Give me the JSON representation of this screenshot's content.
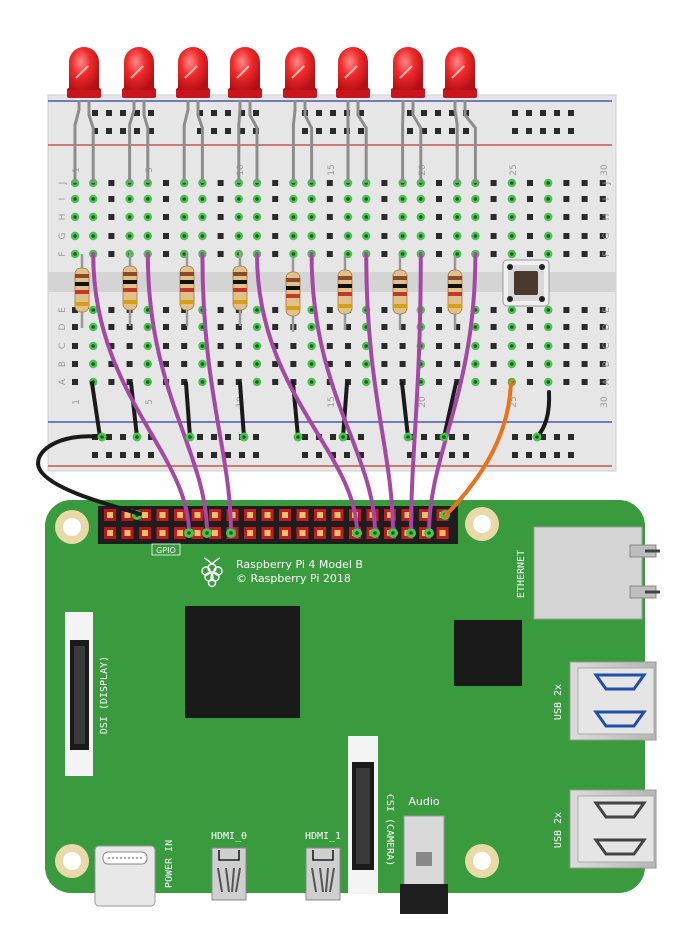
{
  "breadboard": {
    "column_numbers": [
      "1",
      "5",
      "10",
      "15",
      "20",
      "25",
      "30"
    ],
    "row_letters_top": [
      "J",
      "I",
      "H",
      "G",
      "F"
    ],
    "row_letters_bottom": [
      "E",
      "D",
      "C",
      "B",
      "A"
    ],
    "column_numbers_bottom": [
      "1",
      "5",
      "10",
      "15",
      "20",
      "25",
      "30"
    ]
  },
  "board": {
    "title_line1": "Raspberry Pi 4 Model B",
    "title_line2": "© Raspberry Pi 2018",
    "gpio_label": "GPIO",
    "ethernet_label": "ETHERNET",
    "usb3_label": "USB 2x",
    "usb2_label": "USB 2x",
    "dsi_label": "DSI (DISPLAY)",
    "csi_label": "CSI (CAMERA)",
    "audio_label": "Audio",
    "hdmi0_label": "HDMI_0",
    "hdmi1_label": "HDMI_1",
    "power_label": "POWER IN"
  },
  "colors": {
    "pcb": "#3a9a3e",
    "breadboard": "#e8e8e8",
    "led": "#e8232a",
    "wire_purple": "#a349a4",
    "wire_black": "#1a1a1a",
    "wire_orange": "#e8731b",
    "rail_red": "#c0392b",
    "rail_blue": "#2c3e9c"
  }
}
